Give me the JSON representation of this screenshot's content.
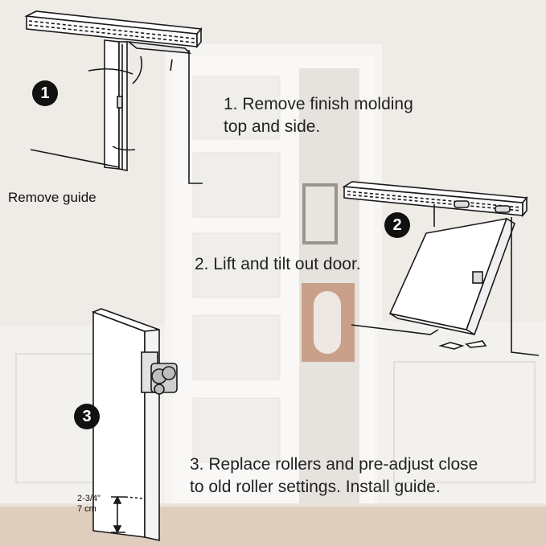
{
  "steps": [
    {
      "number": "1",
      "text_line1": "1. Remove finish molding",
      "text_line2": "top and side."
    },
    {
      "number": "2",
      "text_line1": "2. Lift and tilt out door.",
      "text_line2": ""
    },
    {
      "number": "3",
      "text_line1": "3. Replace rollers and pre-adjust close",
      "text_line2": "to old roller settings. Install guide."
    }
  ],
  "labels": {
    "remove_guide": "Remove guide",
    "dimension_imperial": "2-3/4\"",
    "dimension_metric": "7 cm"
  },
  "colors": {
    "background": "#eeebe7",
    "wall": "#f2f0ed",
    "door_panel": "#fbfbfa",
    "line": "#1a1a1a",
    "text": "#222222",
    "badge": "#111111"
  }
}
